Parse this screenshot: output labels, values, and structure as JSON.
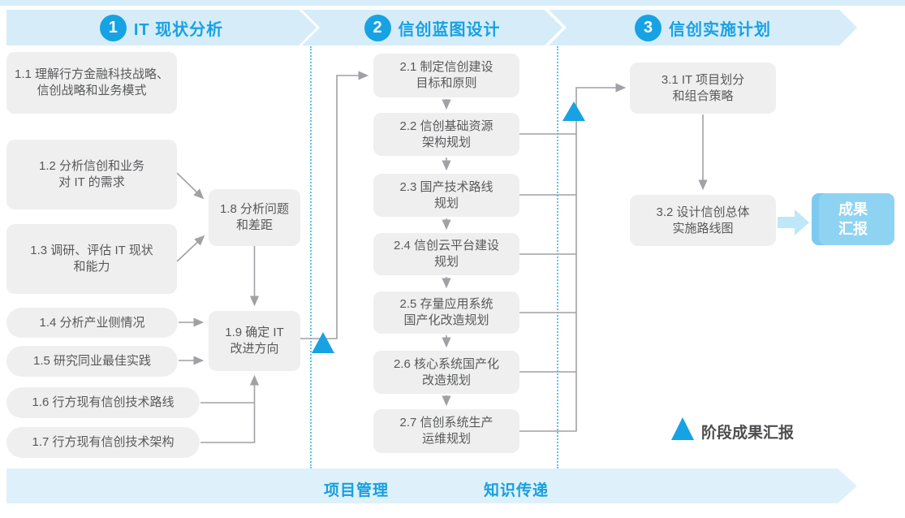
{
  "colors": {
    "accent_blue": "#17a2e3",
    "header_band_bg": "#d6ecf9",
    "footer_band_bg": "#def1fb",
    "box_bg": "#efefef",
    "box_text": "#58595b",
    "connector_gray": "#9fa1a4",
    "deliverable_bg": "#8fd3f3",
    "deliverable_edge": "#7ccaf0",
    "fat_arrow": "#bfe7fa",
    "legend_text": "#4c4d4f"
  },
  "phases": [
    {
      "number": "1",
      "title": "IT 现状分析"
    },
    {
      "number": "2",
      "title": "信创蓝图设计"
    },
    {
      "number": "3",
      "title": "信创实施计划"
    }
  ],
  "nodes": {
    "n11": "1.1 理解行方金融科技战略、\n信创战略和业务模式",
    "n12": "1.2 分析信创和业务\n对 IT 的需求",
    "n13": "1.3 调研、评估 IT 现状\n和能力",
    "n14": "1.4 分析产业侧情况",
    "n15": "1.5 研究同业最佳实践",
    "n16": "1.6 行方现有信创技术路线",
    "n17": "1.7 行方现有信创技术架构",
    "n18": "1.8 分析问题\n和差距",
    "n19": "1.9 确定 IT\n改进方向",
    "n21": "2.1 制定信创建设\n目标和原则",
    "n22": "2.2 信创基础资源\n架构规划",
    "n23": "2.3 国产技术路线\n规划",
    "n24": "2.4 信创云平台建设\n规划",
    "n25": "2.5 存量应用系统\n国产化改造规划",
    "n26": "2.6 核心系统国产化\n改造规划",
    "n27": "2.7 信创系统生产\n运维规划",
    "n31": "3.1 IT 项目划分\n和组合策略",
    "n32": "3.2 设计信创总体\n实施路线图"
  },
  "deliverable": "成果\n汇报",
  "legend": "阶段成果汇报",
  "footer": [
    "项目管理",
    "知识传递"
  ]
}
